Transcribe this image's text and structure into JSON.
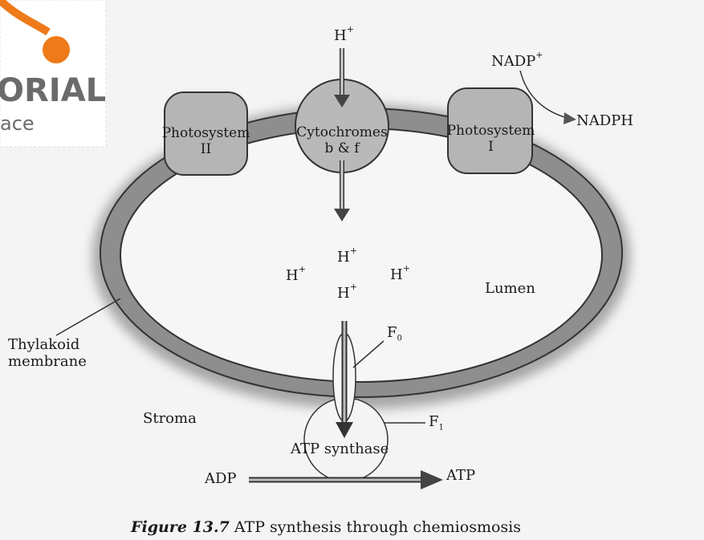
{
  "logo": {
    "text_main": "ORIAL",
    "text_sub": "ace",
    "accent": "#ee7a1a"
  },
  "labels": {
    "h_top": "H",
    "h_top_sup": "+",
    "nadp": "NADP",
    "nadp_sup": "+",
    "nadph": "NADPH",
    "photosystem2_line1": "Photosystem",
    "photosystem2_line2": "II",
    "cytochromes_line1": "Cytochromes",
    "cytochromes_line2": "b & f",
    "photosystem1_line1": "Photosystem",
    "photosystem1_line2": "I",
    "h_lumen_1": "H",
    "h_lumen_1_sup": "+",
    "h_lumen_2": "H",
    "h_lumen_2_sup": "+",
    "h_lumen_3": "H",
    "h_lumen_3_sup": "+",
    "h_lumen_4": "H",
    "h_lumen_4_sup": "+",
    "lumen": "Lumen",
    "thylakoid_line1": "Thylakoid",
    "thylakoid_line2": "membrane",
    "f0": "F",
    "f0_sub": "0",
    "stroma": "Stroma",
    "f1": "F",
    "f1_sub": "1",
    "atp_synthase": "ATP synthase",
    "adp": "ADP",
    "atp": "ATP"
  },
  "caption": {
    "figure": "Figure 13.7",
    "text": "ATP synthesis through chemiosmosis"
  },
  "colors": {
    "membrane": "#8a8a8a",
    "membrane_edge": "#3a3a3a",
    "protein": "#b8b8b8",
    "background": "#f4f4f4",
    "arrow": "#555555"
  }
}
